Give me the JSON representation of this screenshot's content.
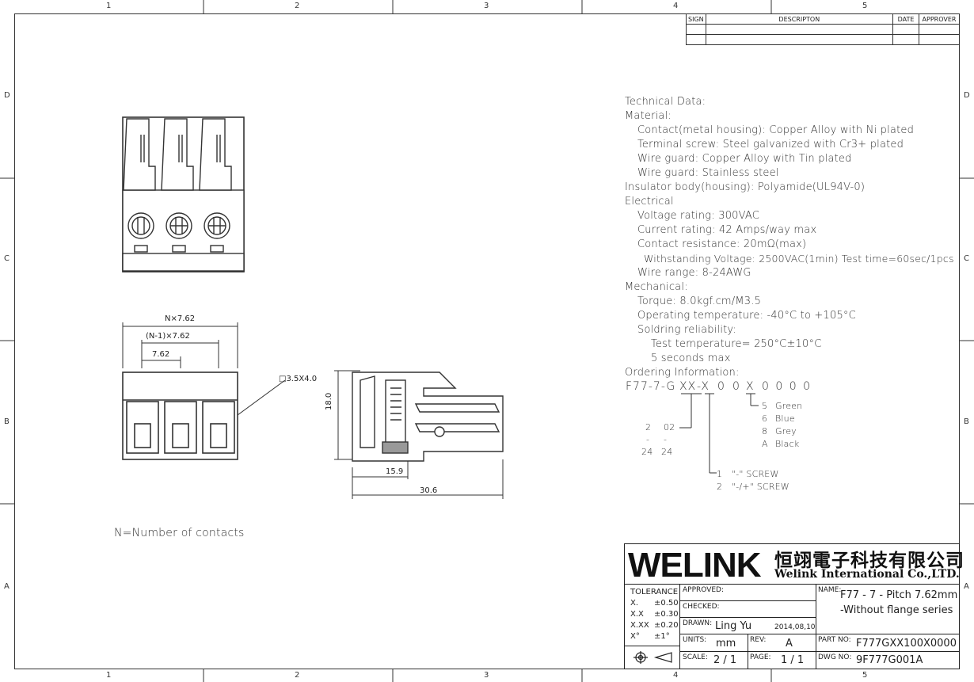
{
  "zones": {
    "columns": [
      "1",
      "2",
      "3",
      "4",
      "5"
    ],
    "rows": [
      "D",
      "C",
      "B",
      "A"
    ]
  },
  "revision_table": {
    "sign": "SIGN",
    "description": "DESCRIPTON",
    "date": "DATE",
    "approver": "APPROVER"
  },
  "technical": {
    "lines": [
      "Technical Data:",
      "Material:",
      "Contact(metal housing): Copper Alloy with Ni plated",
      "Terminal screw: Steel galvanized with Cr3+ plated",
      "Wire guard: Copper Alloy with Tin plated",
      "Wire guard: Stainless steel",
      "Insulator body(housing): Polyamide(UL94V-0)",
      "Electrical",
      "Voltage rating: 300VAC",
      "Current rating: 42 Amps/way max",
      "Contact resistance: 20mΩ(max)",
      "Withstanding Voltage: 2500VAC(1min) Test time=60sec/1pcs",
      "Wire range: 8-24AWG",
      "Mechanical:",
      "Torque: 8.0kgf.cm/M3.5",
      "Operating temperature: -40°C to +105°C",
      "Soldring reliability:",
      "Test temperature= 250°C±10°C",
      "5 seconds max",
      "Ordering Information:"
    ]
  },
  "ordering": {
    "code_prefix": "F77-7-G",
    "code_xx": "XX",
    "code_dash_x": "-X",
    "code_zero1": "0",
    "code_zero2": "0",
    "code_x": "X",
    "code_tail": "0 0 0 0",
    "ways_min_a": "2",
    "ways_min_b": "02",
    "ways_dash_a": "-",
    "ways_dash_b": "-",
    "ways_max_a": "24",
    "ways_max_b": "24",
    "colors": [
      {
        "code": "5",
        "name": "Green"
      },
      {
        "code": "6",
        "name": "Blue"
      },
      {
        "code": "8",
        "name": "Grey"
      },
      {
        "code": "A",
        "name": "Black"
      }
    ],
    "screws": [
      {
        "code": "1",
        "name": "\"-\" SCREW"
      },
      {
        "code": "2",
        "name": "\"-/+\" SCREW"
      }
    ]
  },
  "dimensions": {
    "n_pitch": "N×7.62",
    "n1_pitch": "(N-1)×7.62",
    "pitch": "7.62",
    "square": "□3.5X4.0",
    "height": "18.0",
    "depth1": "15.9",
    "depth2": "30.6"
  },
  "note": "N=Number of contacts",
  "title_block": {
    "brand": "WELINK",
    "company_cn": "恒翊電子科技有限公司",
    "company_en": "Welink International Co.,LTD.",
    "tolerance_label": "TOLERANCE",
    "tolerances": [
      {
        "k": "X.",
        "v": "±0.50"
      },
      {
        "k": "X.X",
        "v": "±0.30"
      },
      {
        "k": "X.XX",
        "v": "±0.20"
      },
      {
        "k": "X°",
        "v": "±1°"
      }
    ],
    "approved_label": "APPROVED:",
    "checked_label": "CHECKED:",
    "drawn_label": "DRAWN:",
    "drawn_by": "Ling Yu",
    "drawn_date": "2014,08,10",
    "units_label": "UNITS:",
    "units": "mm",
    "rev_label": "REV:",
    "rev": "A",
    "scale_label": "SCALE:",
    "scale": "2 / 1",
    "page_label": "PAGE:",
    "page": "1 / 1",
    "name_label": "NAME:",
    "name_line1": "F77 - 7 - Pitch 7.62mm",
    "name_line2": "-Without flange series",
    "part_label": "PART NO:",
    "part_no": "F777GXX100X0000",
    "dwg_label": "DWG NO:",
    "dwg_no": "9F777G001A"
  }
}
